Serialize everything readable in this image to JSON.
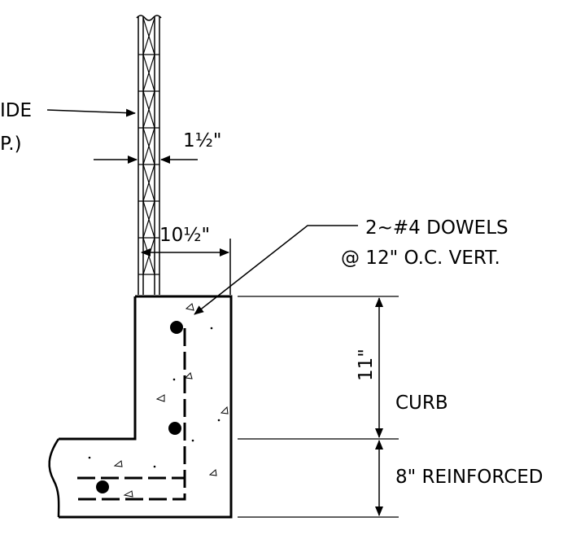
{
  "labels": {
    "side_line1": "IDE",
    "side_line2": "P.)",
    "dim_wall_thickness": "1½\"",
    "dim_offset": "10½\"",
    "dowels_line1": "2~#4 DOWELS",
    "dowels_line2": "@  12\" O.C. VERT.",
    "dim_curb_height": "11\"",
    "curb_label": "CURB",
    "reinforced_label": "8\"  REINFORCED"
  },
  "colors": {
    "line": "#000000",
    "background": "#ffffff"
  }
}
